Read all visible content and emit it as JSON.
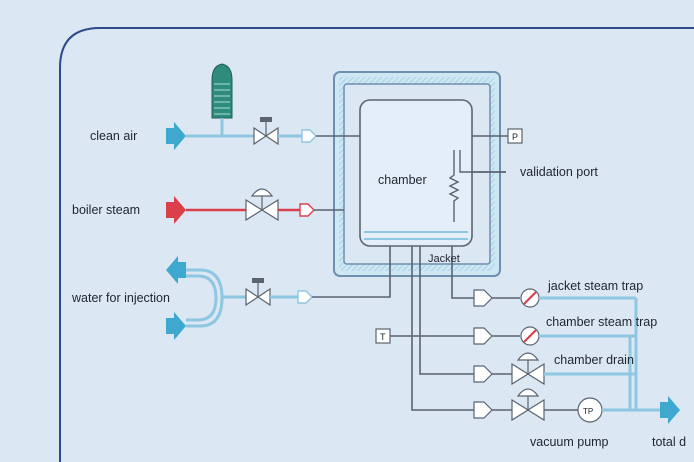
{
  "labels": {
    "clean_air": "clean air",
    "boiler_steam": "boiler steam",
    "water_for_injection": "water for injection",
    "chamber": "chamber",
    "jacket": "Jacket",
    "validation_port": "validation port",
    "jacket_steam_trap": "jacket steam trap",
    "chamber_steam_trap": "chamber steam trap",
    "chamber_drain": "chamber drain",
    "vacuum_pump": "vacuum pump",
    "total_drain": "total d",
    "pressure_gauge_mark": "P",
    "temperature_mark": "T",
    "pump_mark": "TP"
  },
  "colors": {
    "background": "#dbe7f3",
    "frame": "#2d4a8a",
    "pipe_gray": "#5b6470",
    "pipe_blue": "#8fc7e2",
    "steam_red": "#d9404b",
    "inlet_blue": "#3fa8cf",
    "jacket_outline": "#6d8fb0",
    "jacket_fill": "#bfe1f1"
  },
  "icons": {
    "inlet": "arrow-right-icon",
    "outlet": "arrow-left-icon",
    "valve": "globe-valve-icon",
    "check_valve": "check-valve-icon",
    "steam_trap": "steam-trap-icon",
    "filter": "air-filter-icon",
    "pump": "vacuum-pump-icon"
  }
}
